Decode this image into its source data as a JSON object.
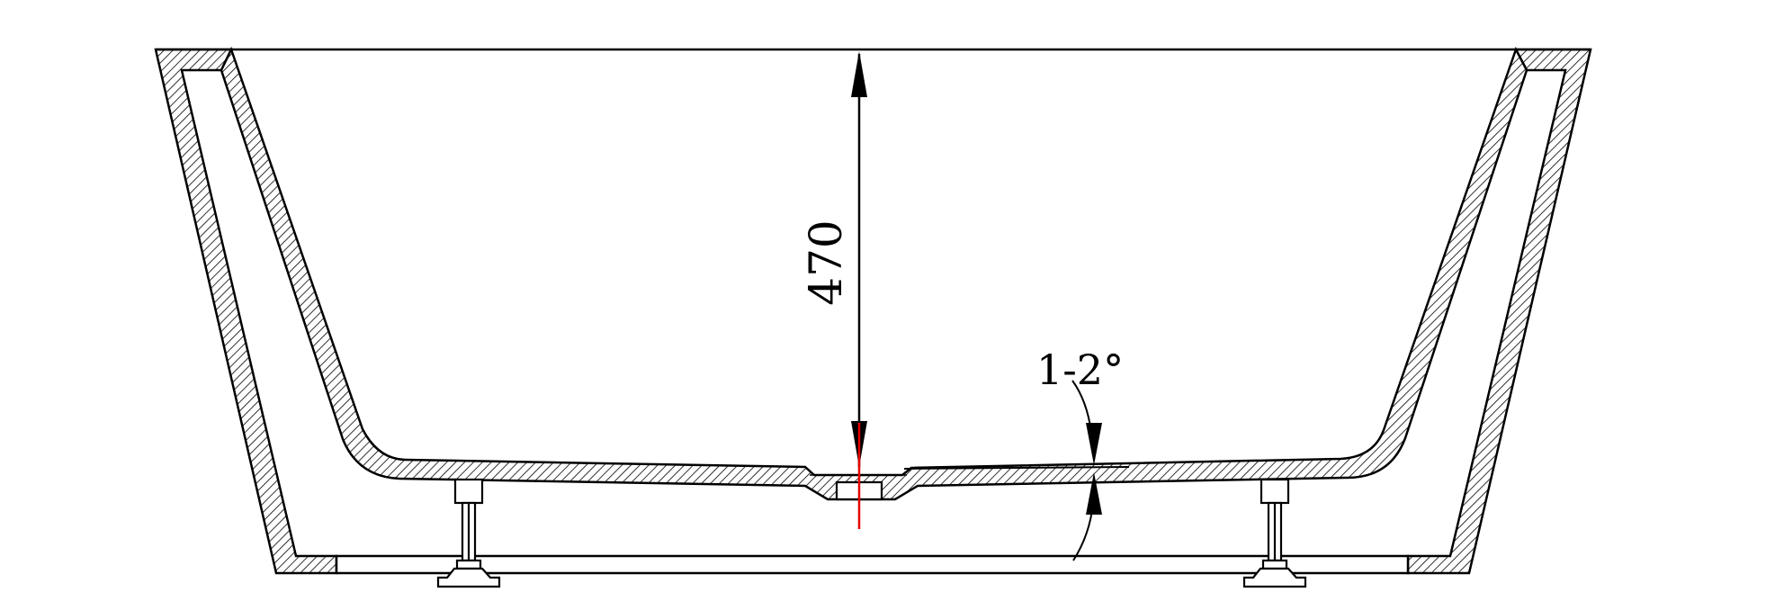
{
  "drawing": {
    "dimensions": [
      {
        "id": "depth",
        "label": "470"
      },
      {
        "id": "floor-slope",
        "label": "1-2°"
      }
    ],
    "colors": {
      "line": "#000000",
      "hatch": "#000000",
      "centerline": "#e60000",
      "background": "#ffffff"
    }
  }
}
